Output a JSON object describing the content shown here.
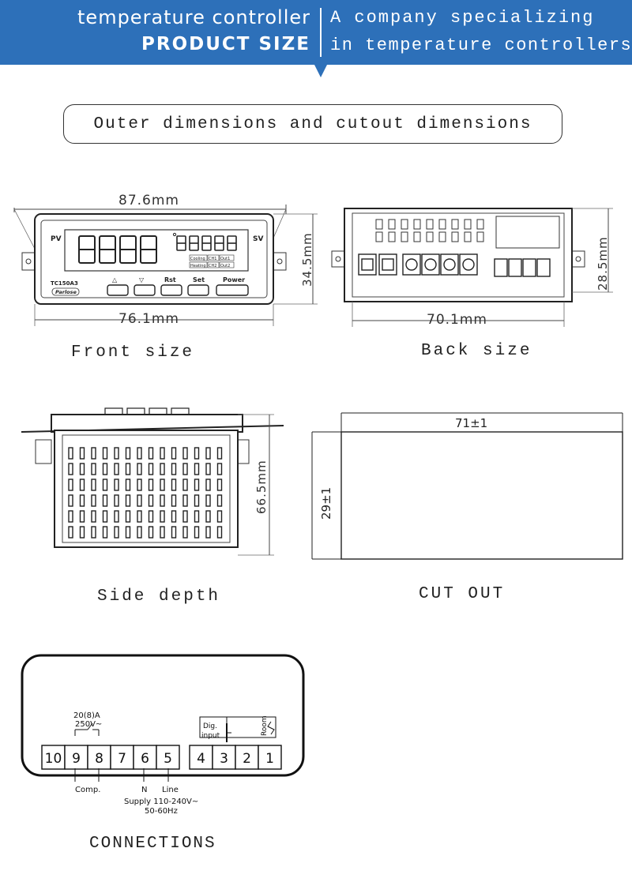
{
  "header": {
    "brand": "temperature controller",
    "subtitle": "PRODUCT SIZE",
    "tagline_line1": "A company specializing",
    "tagline_line2": "in temperature controllers"
  },
  "section_title": "Outer dimensions and cutout dimensions",
  "front": {
    "caption": "Front size",
    "width_top": "87.6mm",
    "width_bottom": "76.1mm",
    "height": "34.5mm",
    "label_pv": "PV",
    "label_sv": "SV",
    "model": "TC150A3",
    "brand_mark": "Parlose",
    "buttons": [
      "△",
      "▽",
      "Rst",
      "Set",
      "Power"
    ],
    "indicators": [
      "Cooling",
      "CH1",
      "Out1",
      "Heating",
      "CH2",
      "Out2"
    ]
  },
  "back": {
    "caption": "Back size",
    "width": "70.1mm",
    "height": "28.5mm"
  },
  "side": {
    "caption": "Side depth",
    "depth": "66.5mm"
  },
  "cutout": {
    "caption": "CUT OUT",
    "width": "71±1",
    "height": "29±1"
  },
  "connections": {
    "caption": "CONNECTIONS",
    "terminals": [
      "10",
      "9",
      "8",
      "7",
      "6",
      "5",
      "4",
      "3",
      "2",
      "1"
    ],
    "relay_rating_line1": "20(8)A",
    "relay_rating_line2": "250V~",
    "digital_input_line1": "Dig.",
    "digital_input_line2": "input",
    "room_label": "Room",
    "comp_label": "Comp.",
    "n_label": "N",
    "line_label": "Line",
    "supply_line1": "Supply 110-240V~",
    "supply_line2": "50-60Hz"
  }
}
